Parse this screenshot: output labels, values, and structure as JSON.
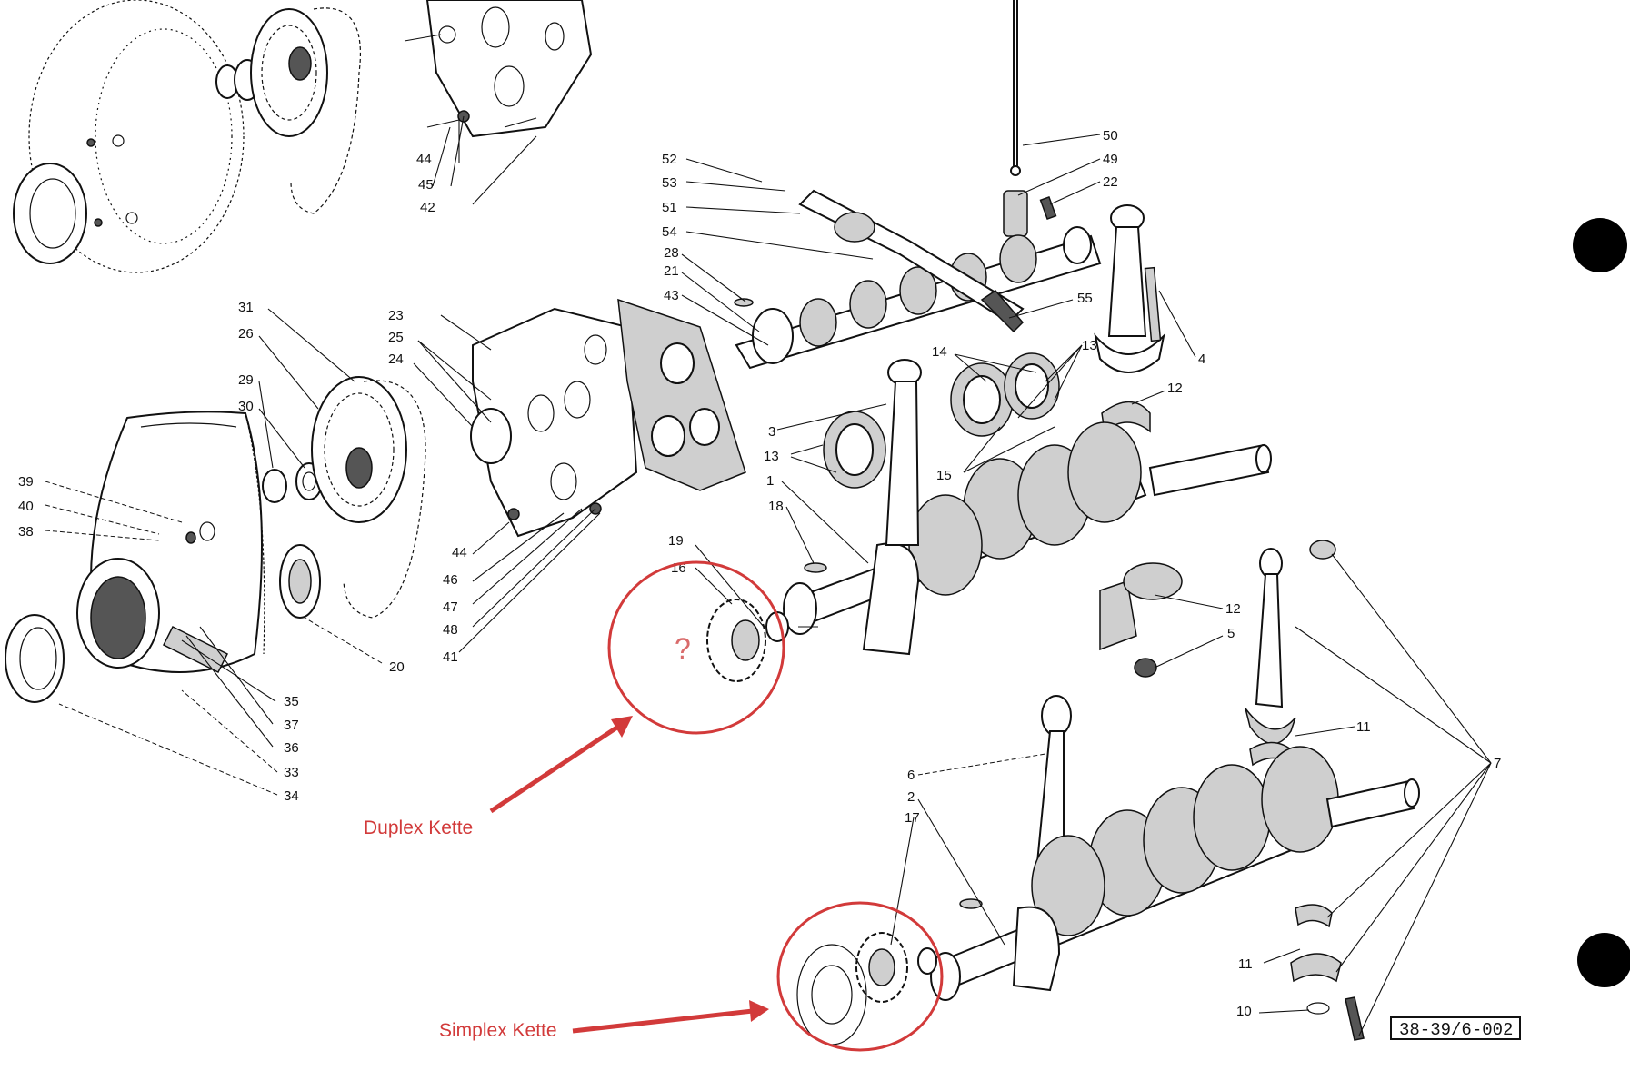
{
  "part_numbers": [
    "1",
    "2",
    "3",
    "4",
    "5",
    "6",
    "7",
    "10",
    "11",
    "11",
    "12",
    "12",
    "13",
    "13",
    "14",
    "15",
    "16",
    "17",
    "18",
    "19",
    "20",
    "21",
    "22",
    "23",
    "24",
    "25",
    "26",
    "28",
    "29",
    "30",
    "31",
    "33",
    "34",
    "35",
    "36",
    "37",
    "38",
    "39",
    "40",
    "41",
    "42",
    "43",
    "44",
    "44",
    "45",
    "46",
    "47",
    "48",
    "49",
    "50",
    "51",
    "52",
    "53",
    "54",
    "55"
  ],
  "annotations": {
    "duplex_label": "Duplex Kette",
    "simplex_label": "Simplex Kette",
    "question_mark": "?",
    "accent_color": "#d23a3a"
  },
  "drawing_reference": "38-39/6-002"
}
